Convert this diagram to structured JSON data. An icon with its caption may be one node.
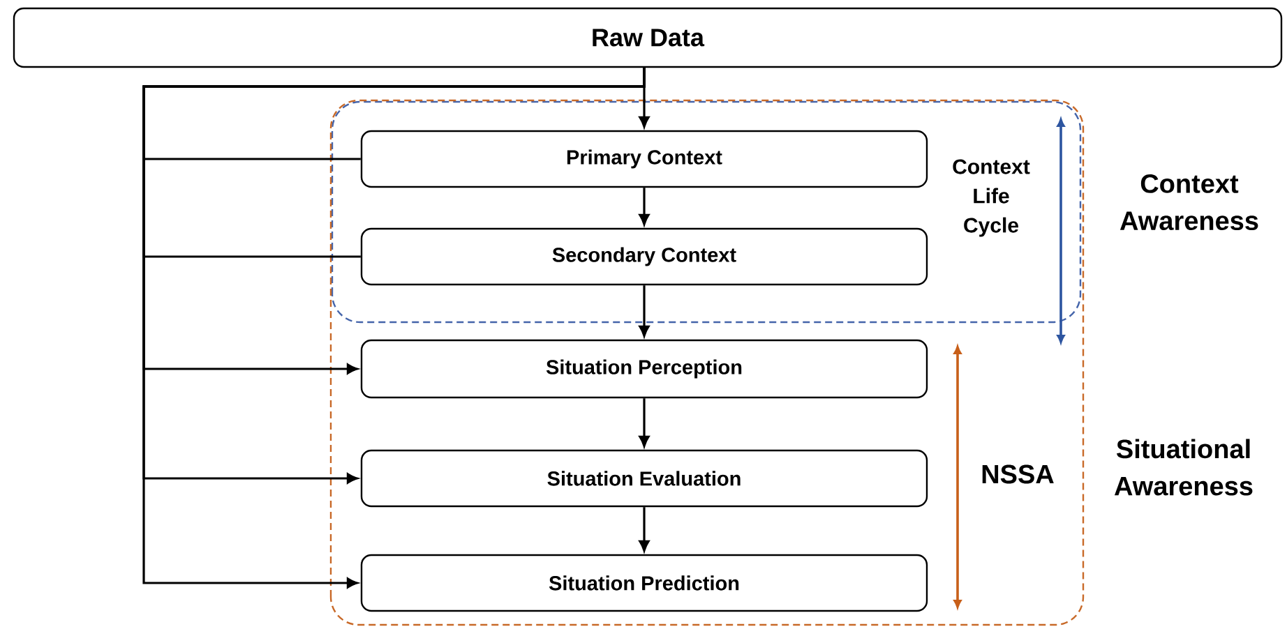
{
  "diagram": {
    "nodes": [
      {
        "text": [
          "Raw Data"
        ]
      },
      {
        "text": [
          "Primary Context"
        ]
      },
      {
        "text": [
          "Secondary Context"
        ]
      },
      {
        "text": [
          "Situation Perception"
        ]
      },
      {
        "text": [
          "Situation Evaluation"
        ]
      },
      {
        "text": [
          "Situation Prediction"
        ]
      }
    ],
    "edges": [
      {
        "from": 0,
        "to": 1,
        "arrow": "to"
      },
      {
        "from": 0,
        "to": 1,
        "arrow": "none"
      },
      {
        "from": 0,
        "to": 2,
        "arrow": "none"
      },
      {
        "from": 0,
        "to": 3,
        "arrow": "to"
      },
      {
        "from": 0,
        "to": 4,
        "arrow": "to"
      },
      {
        "from": 0,
        "to": 5,
        "arrow": "to"
      },
      {
        "from": 1,
        "to": 2,
        "arrow": "to"
      },
      {
        "from": 2,
        "to": 3,
        "arrow": "to"
      },
      {
        "from": 3,
        "to": 4,
        "arrow": "to"
      },
      {
        "from": 4,
        "to": 5,
        "arrow": "to"
      }
    ],
    "labels": [
      "Context Life Cycle",
      "Context Awareness",
      "NSSA",
      "Situational Awareness"
    ]
  }
}
